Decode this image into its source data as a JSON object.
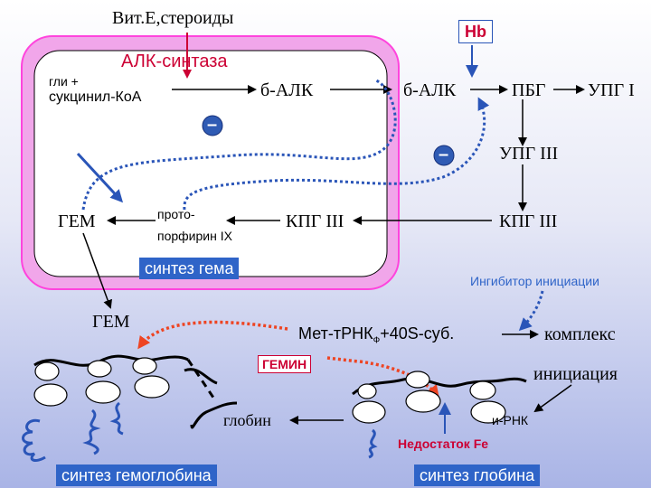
{
  "texts": {
    "vit": "Вит.Е,стероиды",
    "hb": "Hb",
    "alk_synthase": "АЛК-синтаза",
    "gli": "гли +",
    "succinyl": "сукцинил-КоА",
    "balk1": "б-АЛК",
    "balk2": "б-АЛК",
    "pbg": "ПБГ",
    "upg1": "УПГ I",
    "upg3": "УПГ III",
    "minus": "–",
    "gem_top": "ГЕМ",
    "proto1": "прото-",
    "proto2": "порфирин IX",
    "kpg_left": "КПГ III",
    "kpg_right": "КПГ III",
    "heme_synth": "синтез гема",
    "inhibitor": "Ингибитор инициации",
    "gem_bottom": "ГЕМ",
    "met_a": "Мет-тРНК",
    "met_sub": "Ф",
    "met_b": "+40S-суб.",
    "complex": "комплекс",
    "initiation": "инициация",
    "gemin": "ГЕМИН",
    "globin": "глобин",
    "mrna": "и-РНК",
    "fe": "Недостаток Fe",
    "hb_synth": "синтез гемоглобина",
    "globin_synth": "синтез глобина"
  },
  "colors": {
    "cell_border": "#ff55dd",
    "accent_red": "#cc0033",
    "arrow_blue": "#2a55b8",
    "dotted_red": "#ee4422",
    "label_blue": "#2f64c8"
  },
  "icons": {
    "inhibit": "minus-circle-icon",
    "ribosome": "ribosome-icon",
    "mrna": "mrna-strand-icon",
    "globin_chain": "globin-coil-icon"
  }
}
